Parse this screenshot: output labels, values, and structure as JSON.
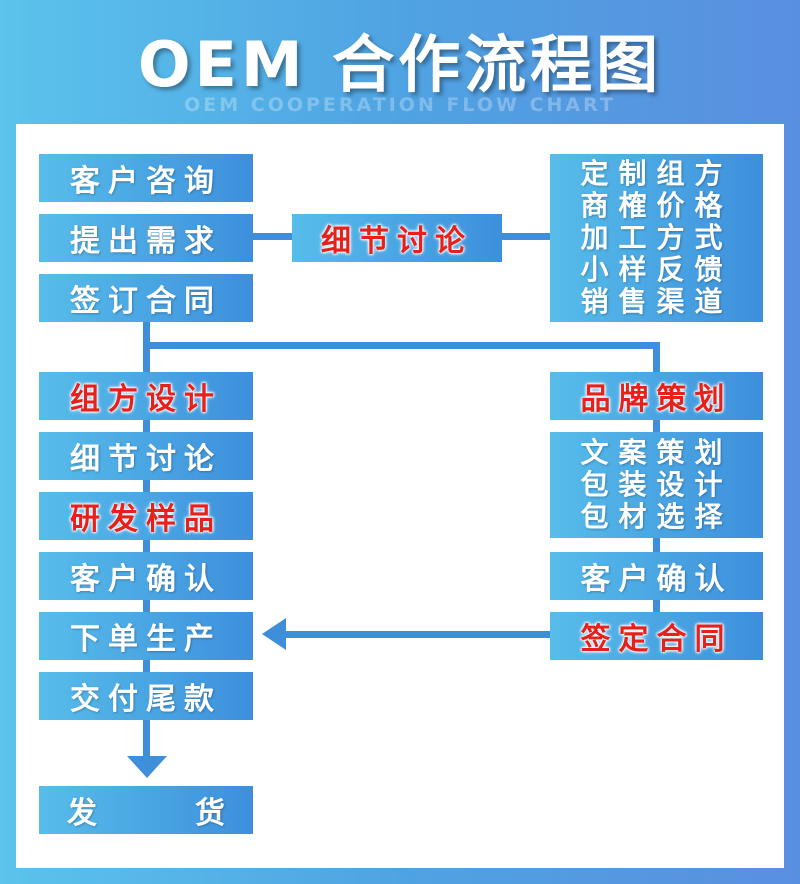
{
  "header": {
    "title": "OEM 合作流程图",
    "subtitle": "OEM COOPERATION FLOW CHART"
  },
  "left_column": [
    "客户咨询",
    "提出需求",
    "签订合同",
    "组方设计",
    "细节讨论",
    "研发样品",
    "客户确认",
    "下单生产",
    "交付尾款"
  ],
  "final_step": {
    "left": "发",
    "right": "货"
  },
  "middle_box": "细节讨论",
  "right_top_lines": [
    "定制组方",
    "商榷价格",
    "加工方式",
    "小样反馈",
    "销售渠道"
  ],
  "right_column": {
    "branding": "品牌策划",
    "branding_lines": [
      "文案策划",
      "包装设计",
      "包材选择"
    ],
    "confirm": "客户确认",
    "contract": "签定合同"
  },
  "colors": {
    "box_start": "#57bdea",
    "box_end": "#3d8fdc",
    "line": "#3e8ed9",
    "highlight_text": "#e8201c"
  }
}
